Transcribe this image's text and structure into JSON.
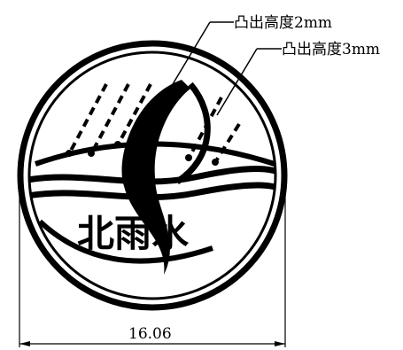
{
  "callouts": [
    {
      "text": "凸出高度2mm"
    },
    {
      "text": "凸出高度3mm"
    }
  ],
  "logo_text": "北雨水",
  "dimension": {
    "value": "16.06"
  }
}
